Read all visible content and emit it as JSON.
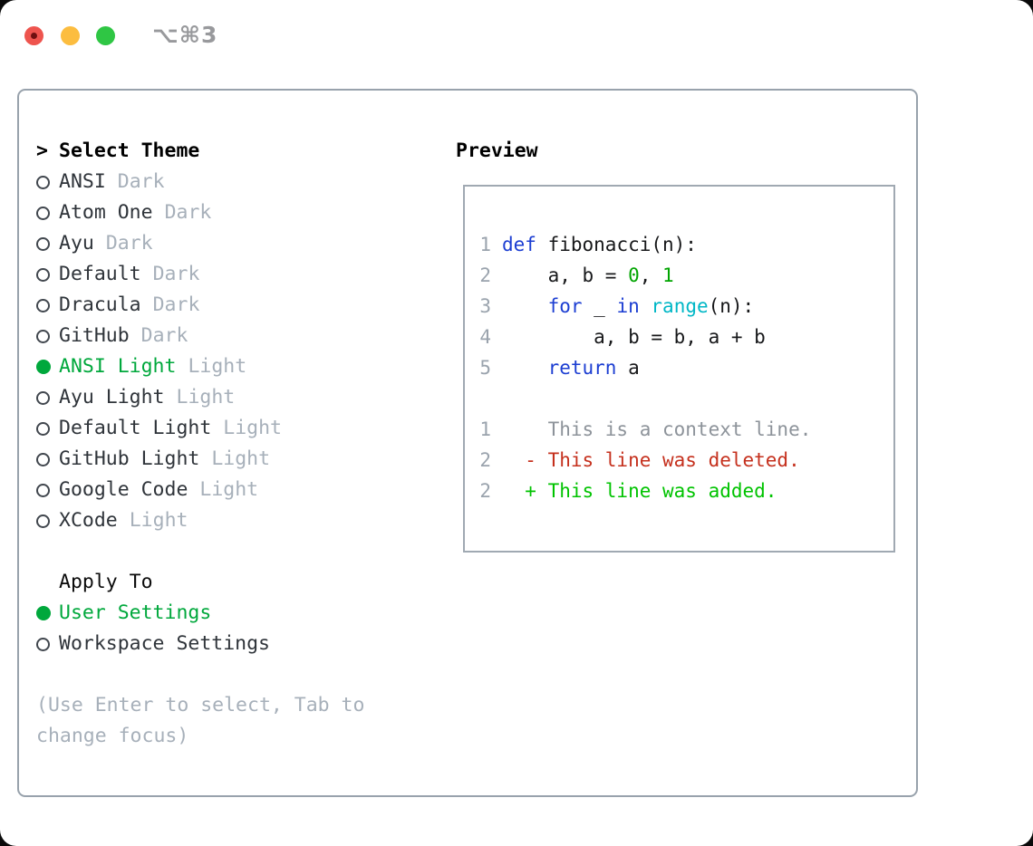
{
  "window": {
    "shortcut_title": "⌥⌘3",
    "traffic_lights": [
      "close",
      "minimize",
      "zoom"
    ]
  },
  "colors": {
    "accent_green": "#00a83c",
    "keyword_blue": "#1c3ed2",
    "builtin_cyan": "#00b7c6",
    "number_green": "#00a400",
    "diff_added_green": "#00c300",
    "diff_deleted_red": "#c5301d",
    "muted_gray": "#a7b0ba",
    "border_gray": "#98a2ac",
    "traffic_red": "#ee544e",
    "traffic_yellow": "#fcbd3f",
    "traffic_green": "#2fc644"
  },
  "theme_picker": {
    "prompt": ">",
    "heading": "Select Theme",
    "items": [
      {
        "name": "ANSI",
        "variant": "Dark",
        "selected": false
      },
      {
        "name": "Atom One",
        "variant": "Dark",
        "selected": false
      },
      {
        "name": "Ayu",
        "variant": "Dark",
        "selected": false
      },
      {
        "name": "Default",
        "variant": "Dark",
        "selected": false
      },
      {
        "name": "Dracula",
        "variant": "Dark",
        "selected": false
      },
      {
        "name": "GitHub",
        "variant": "Dark",
        "selected": false
      },
      {
        "name": "ANSI Light",
        "variant": "Light",
        "selected": true
      },
      {
        "name": "Ayu Light",
        "variant": "Light",
        "selected": false
      },
      {
        "name": "Default Light",
        "variant": "Light",
        "selected": false
      },
      {
        "name": "GitHub Light",
        "variant": "Light",
        "selected": false
      },
      {
        "name": "Google Code",
        "variant": "Light",
        "selected": false
      },
      {
        "name": "XCode",
        "variant": "Light",
        "selected": false
      }
    ],
    "apply_to": {
      "heading": "Apply To",
      "options": [
        {
          "label": "User Settings",
          "selected": true
        },
        {
          "label": "Workspace Settings",
          "selected": false
        }
      ]
    },
    "hint_line1": "(Use Enter to select, Tab to",
    "hint_line2": "change focus)"
  },
  "preview": {
    "heading": "Preview",
    "code_lines": [
      {
        "number": "1",
        "tokens": [
          {
            "text": "def",
            "type": "keyword"
          },
          {
            "text": " fibonacci(n):",
            "type": "plain"
          }
        ]
      },
      {
        "number": "2",
        "tokens": [
          {
            "text": "    a, b = ",
            "type": "plain"
          },
          {
            "text": "0",
            "type": "number"
          },
          {
            "text": ", ",
            "type": "plain"
          },
          {
            "text": "1",
            "type": "number"
          }
        ]
      },
      {
        "number": "3",
        "tokens": [
          {
            "text": "    ",
            "type": "plain"
          },
          {
            "text": "for",
            "type": "keyword"
          },
          {
            "text": " _ ",
            "type": "plain"
          },
          {
            "text": "in",
            "type": "keyword"
          },
          {
            "text": " ",
            "type": "plain"
          },
          {
            "text": "range",
            "type": "builtin"
          },
          {
            "text": "(n):",
            "type": "plain"
          }
        ]
      },
      {
        "number": "4",
        "tokens": [
          {
            "text": "        a, b = b, a + b",
            "type": "plain"
          }
        ]
      },
      {
        "number": "5",
        "tokens": [
          {
            "text": "    ",
            "type": "plain"
          },
          {
            "text": "return",
            "type": "keyword"
          },
          {
            "text": " a",
            "type": "plain"
          }
        ]
      }
    ],
    "diff_lines": [
      {
        "number": "1",
        "text": "    This is a context line.",
        "kind": "context"
      },
      {
        "number": "2",
        "text": "  - This line was deleted.",
        "kind": "deleted"
      },
      {
        "number": "2",
        "text": "  + This line was added.",
        "kind": "added"
      }
    ]
  }
}
